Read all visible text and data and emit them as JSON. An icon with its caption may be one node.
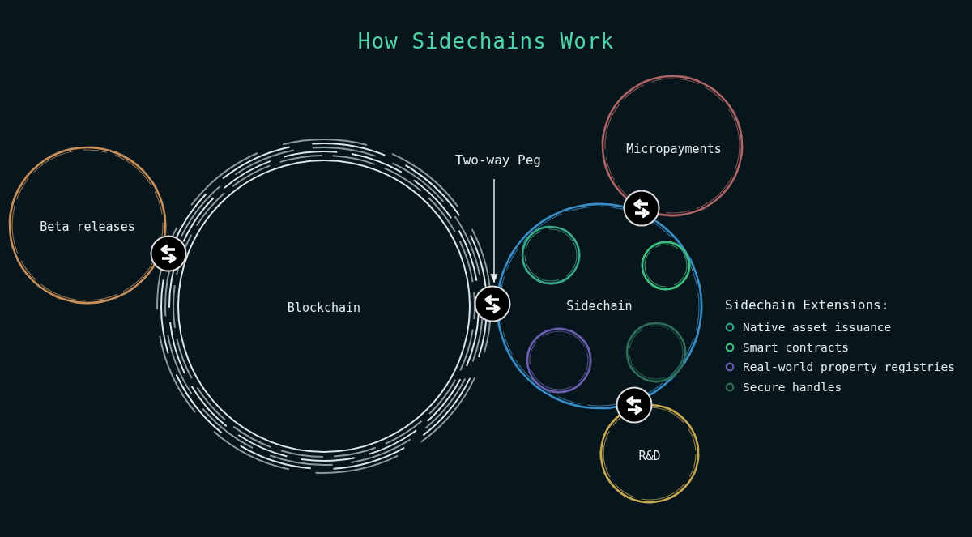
{
  "diagram": {
    "title": "How Sidechains Work",
    "nodes": [
      {
        "text": [
          "Beta releases"
        ]
      },
      {
        "text": [
          "Blockchain"
        ]
      },
      {
        "text": [
          "Sidechain"
        ]
      },
      {
        "text": [],
        "shape": "circle",
        "in": 2
      },
      {
        "text": [],
        "shape": "circle",
        "in": 2
      },
      {
        "text": [],
        "shape": "circle",
        "in": 2
      },
      {
        "text": [],
        "shape": "circle",
        "in": 2
      },
      {
        "text": [
          "Micropayments"
        ]
      },
      {
        "text": [
          "R&D"
        ]
      },
      {
        "text": [
          "Two-way Peg"
        ]
      },
      {
        "text": [],
        "shape": "circle"
      },
      {
        "text": [],
        "shape": "circle"
      },
      {
        "text": [],
        "shape": "circle"
      },
      {
        "text": [],
        "shape": "circle"
      }
    ],
    "edges": [
      {
        "from": 9,
        "to": 11,
        "arrow": "to"
      }
    ],
    "labels": [
      "Sidechain Extensions:"
    ],
    "legend": [
      {
        "text": "Native asset issuance",
        "color": "#3aa88a"
      },
      {
        "text": "Smart contracts",
        "color": "#3fbf7f"
      },
      {
        "text": "Real-world property registries",
        "color": "#6a5fb0"
      },
      {
        "text": "Secure handles",
        "color": "#2f6f5a"
      }
    ]
  }
}
